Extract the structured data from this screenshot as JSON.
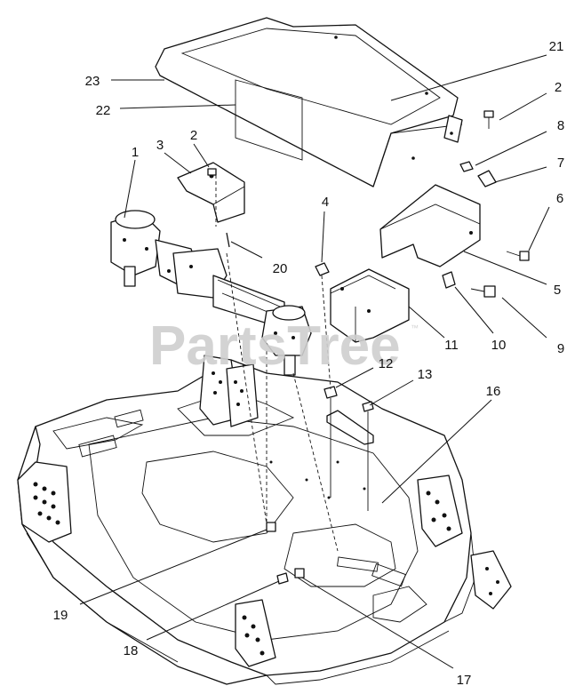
{
  "watermark": {
    "text": "PartsTree",
    "trademark": "™"
  },
  "callouts": [
    "1",
    "2",
    "2",
    "3",
    "4",
    "5",
    "6",
    "7",
    "8",
    "9",
    "10",
    "11",
    "12",
    "13",
    "16",
    "17",
    "18",
    "19",
    "20",
    "21",
    "22",
    "23"
  ],
  "colors": {
    "ink": "#111111",
    "watermark": "#cfcfcf",
    "background": "#ffffff"
  }
}
